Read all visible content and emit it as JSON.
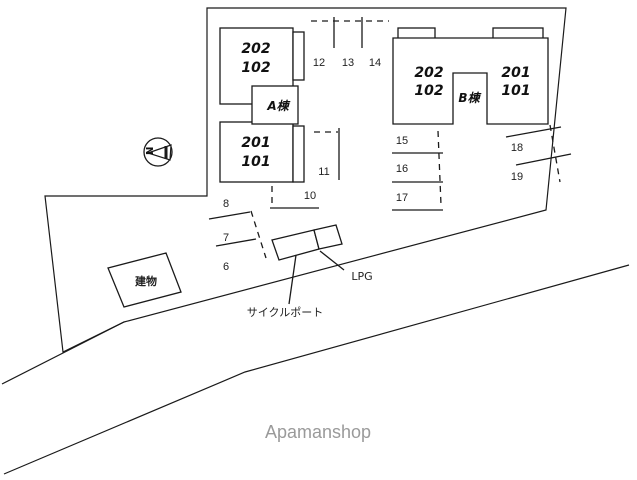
{
  "building_a": {
    "tag": "A棟",
    "upper_units": [
      "202",
      "102"
    ],
    "lower_units": [
      "201",
      "101"
    ]
  },
  "building_b": {
    "tag": "B棟",
    "left_units": [
      "202",
      "102"
    ],
    "right_units": [
      "201",
      "101"
    ]
  },
  "other_building": "建物",
  "parking_numbers": [
    "6",
    "7",
    "8",
    "10",
    "11",
    "12",
    "13",
    "14",
    "15",
    "16",
    "17",
    "18",
    "19"
  ],
  "lpg_label": "LPG",
  "cycle_port_label": "サイクルポート",
  "compass_label": "N",
  "watermark": "Apamanshop"
}
